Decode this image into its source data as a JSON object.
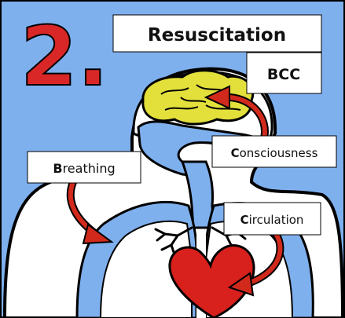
{
  "step_number": "2.",
  "title": "Resuscitation",
  "acronym": "BCC",
  "labels": {
    "breathing": {
      "first": "B",
      "rest": "reathing"
    },
    "consciousness": {
      "first": "C",
      "rest": "onsciousness"
    },
    "circulation": {
      "first": "C",
      "rest": "irculation"
    }
  },
  "colors": {
    "background": "#7fb0ee",
    "number": "#d92727",
    "arrow": "#d12a1c",
    "brain": "#e3e03c",
    "heart": "#d8201c",
    "airway": "#7fb0ee",
    "body": "#ffffff",
    "outline": "#000000"
  }
}
